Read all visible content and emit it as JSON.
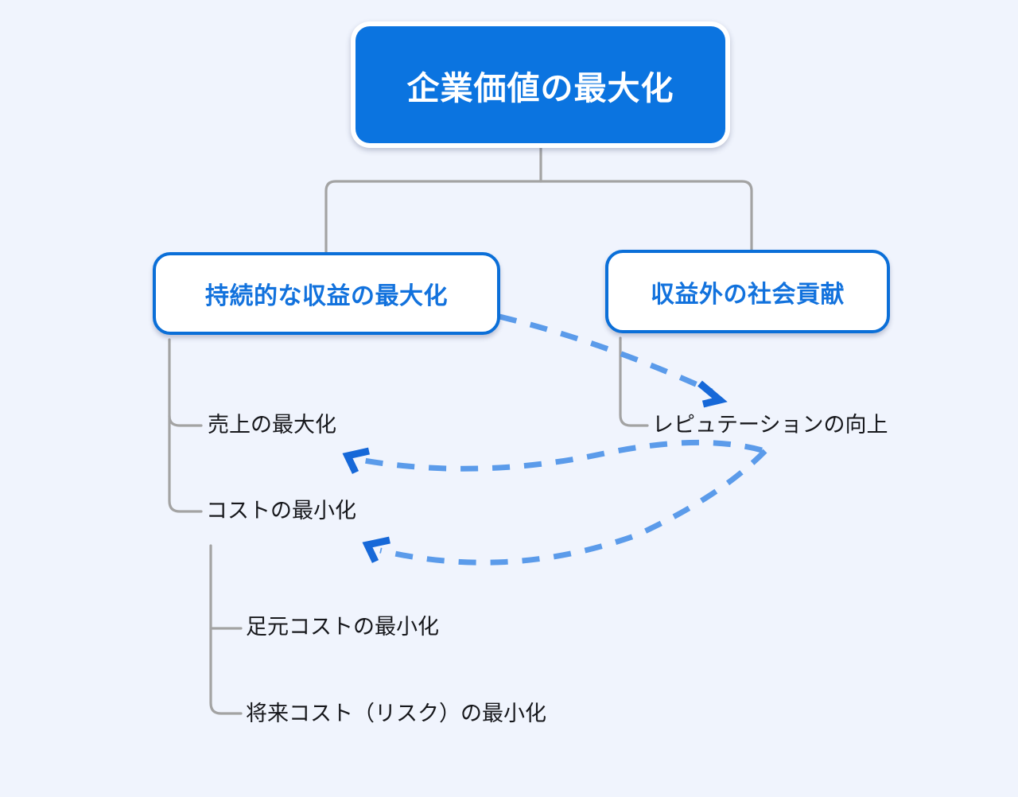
{
  "diagram": {
    "title_node": {
      "label": "企業価値の最大化",
      "level": "root"
    },
    "level2": [
      {
        "label": "持続的な収益の最大化",
        "position": "left"
      },
      {
        "label": "収益外の社会貢献",
        "position": "right"
      }
    ],
    "leaves": [
      {
        "label": "売上の最大化",
        "parent": "持続的な収益の最大化"
      },
      {
        "label": "コストの最小化",
        "parent": "持続的な収益の最大化"
      },
      {
        "label": "足元コストの最小化",
        "parent": "コストの最小化"
      },
      {
        "label": "将来コスト（リスク）の最小化",
        "parent": "コストの最小化"
      },
      {
        "label": "レピュテーションの向上",
        "parent": "収益外の社会貢献"
      }
    ],
    "relations": [
      {
        "name": "revenue-to-reputation",
        "from": "持続的な収益の最大化",
        "to": "レピュテーションの向上",
        "style": "dashed-arrow"
      },
      {
        "name": "reputation-to-sales",
        "from": "レピュテーションの向上",
        "to": "売上の最大化",
        "style": "dashed-arrow"
      },
      {
        "name": "reputation-to-cost",
        "from": "レピュテーションの向上",
        "to": "コストの最小化",
        "style": "dashed-arrow"
      }
    ]
  },
  "colors": {
    "background": "#f0f4fd",
    "root_fill": "#0b74e0",
    "root_text": "#ffffff",
    "node_border": "#0b6fd8",
    "node_text": "#1272dd",
    "node_fill": "#ffffff",
    "leaf_text": "#17181c",
    "tree_line": "#a3a3a3",
    "dashed_arrow": "#5b9bea",
    "arrowhead": "#1668d8"
  }
}
